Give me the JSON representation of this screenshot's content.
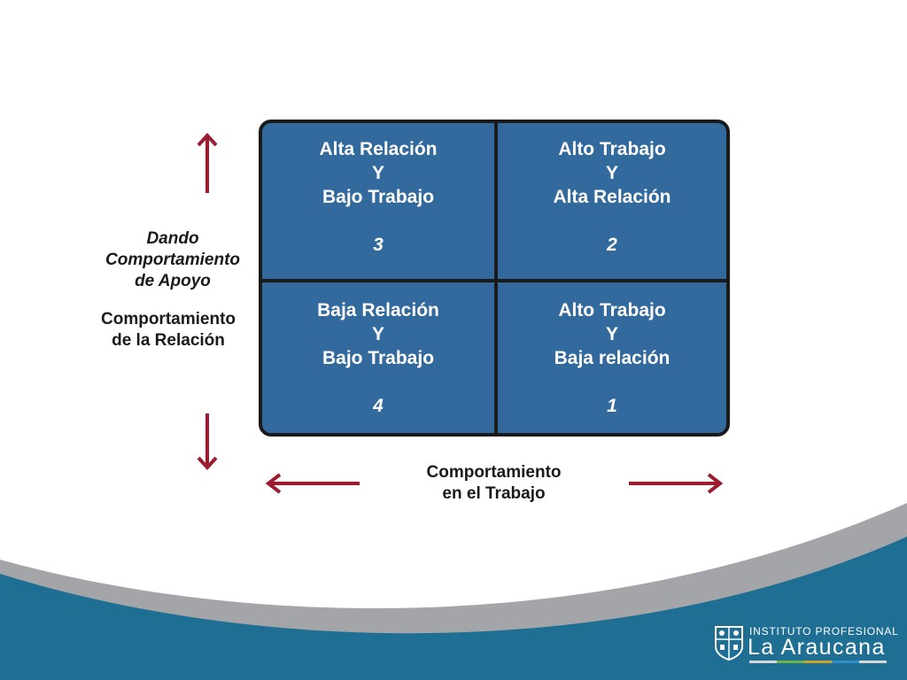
{
  "quadrants": {
    "top_left": {
      "line1": "Alta Relación",
      "line2": "Y",
      "line3": "Bajo Trabajo",
      "number": "3"
    },
    "top_right": {
      "line1": "Alto Trabajo",
      "line2": "Y",
      "line3": "Alta Relación",
      "number": "2"
    },
    "bottom_left": {
      "line1": "Baja Relación",
      "line2": "Y",
      "line3": "Bajo Trabajo",
      "number": "4"
    },
    "bottom_right": {
      "line1": "Alto Trabajo",
      "line2": "Y",
      "line3": "Baja relación",
      "number": "1"
    }
  },
  "labels": {
    "support": {
      "line1": "Dando",
      "line2": "Comportamiento",
      "line3": "de Apoyo"
    },
    "relation": {
      "line1": "Comportamiento",
      "line2": "de la Relación"
    },
    "task": {
      "line1": "Comportamiento",
      "line2": "en el Trabajo"
    }
  },
  "logo": {
    "top": "INSTITUTO PROFESIONAL",
    "main": "La Araucana"
  },
  "colors": {
    "quadrant_fill": "#336a9e",
    "arrow": "#9b1c31",
    "footer_blue": "#1f6f94",
    "footer_gray": "#a3a5a8"
  },
  "icons": {
    "arrows": "arrow-icon",
    "crest": "crest-icon"
  }
}
